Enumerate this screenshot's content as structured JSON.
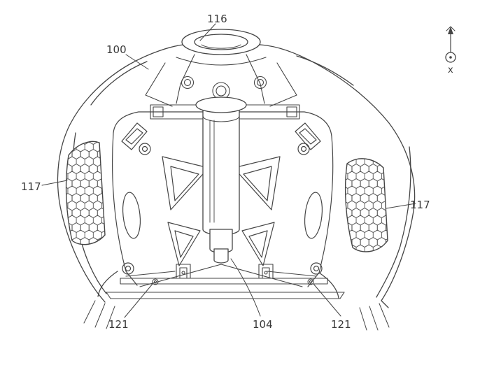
{
  "figure": {
    "labels": {
      "part_100": "100",
      "part_116": "116",
      "part_117_left": "117",
      "part_117_right": "117",
      "part_121_left": "121",
      "part_121_right": "121",
      "part_104": "104"
    },
    "axis": {
      "x_label": "x"
    },
    "colors": {
      "line": "#454545",
      "label_text": "#3a3a3a",
      "background": "#ffffff"
    }
  }
}
